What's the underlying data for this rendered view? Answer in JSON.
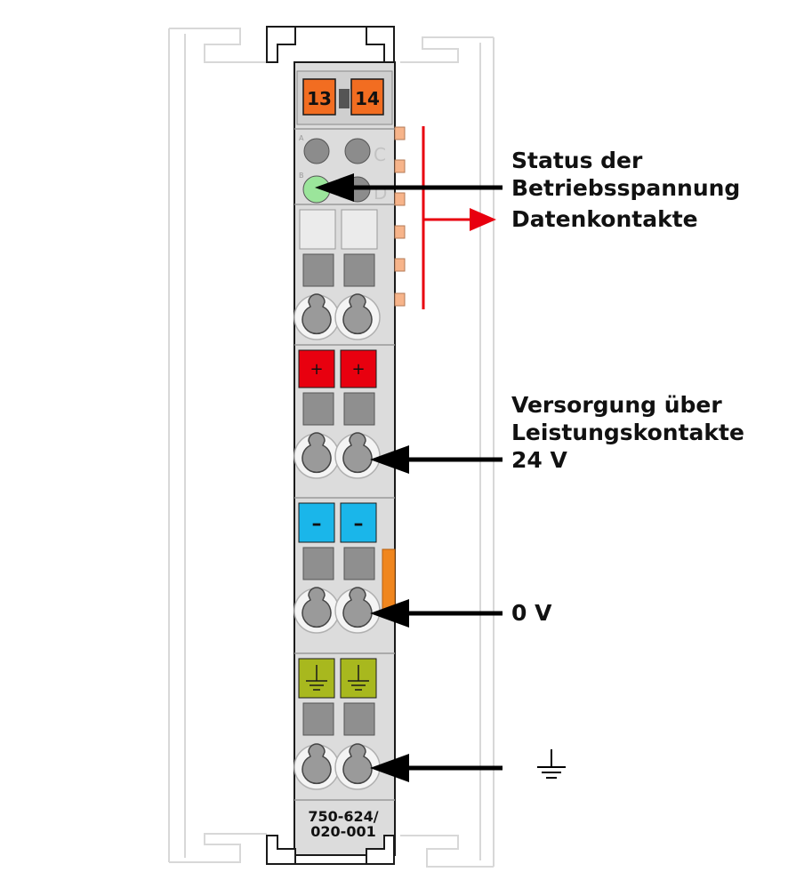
{
  "labels": {
    "status": [
      "Status der",
      "Betriebsspannung"
    ],
    "data_contacts": "Datenkontakte",
    "supply": [
      "Versorgung über",
      "Leistungskontakte",
      "24 V"
    ],
    "zero_v": "0 V"
  },
  "module": {
    "channel_numbers": [
      "13",
      "14"
    ],
    "led_letters": [
      "A",
      "B",
      "C",
      "D"
    ],
    "part_number": [
      "750-624/",
      "020-001"
    ],
    "plus_symbol": "+",
    "minus_symbol": "–"
  },
  "colors": {
    "module_body": "#dcdcdc",
    "channel_badge": "#f26d21",
    "status_led": "#9be59b",
    "plus_marker": "#e8000f",
    "minus_marker": "#1ab6ea",
    "ground_marker": "#a8b81e",
    "data_contact": "#f7b48a",
    "power_contact": "#f0861e",
    "data_arrow": "#e8000f",
    "pointer_arrow": "#000000",
    "rail_outline": "#d6d6d6"
  }
}
